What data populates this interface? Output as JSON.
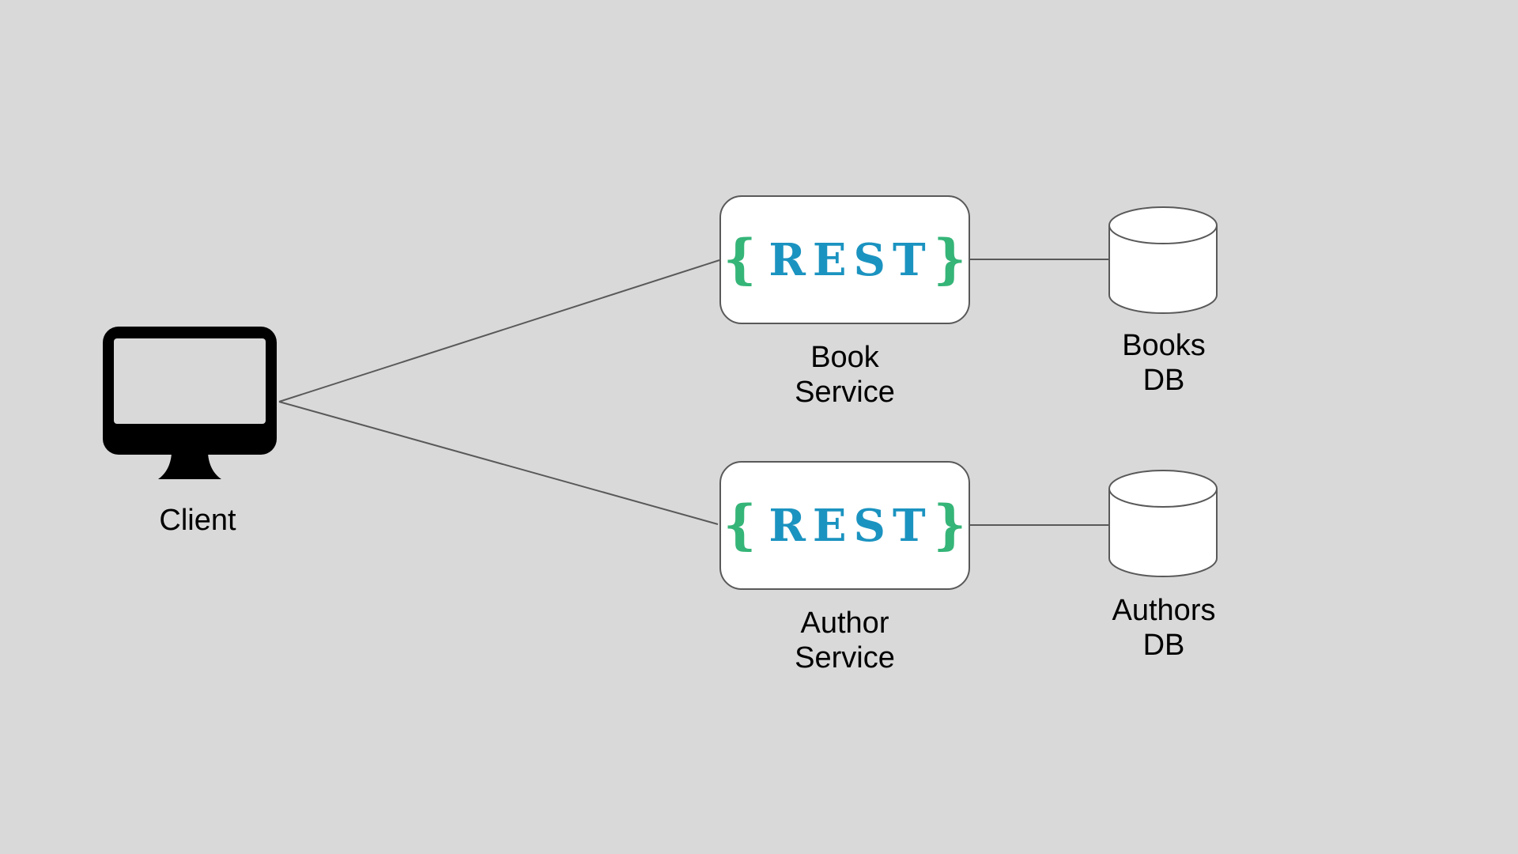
{
  "colors": {
    "background": "#d9d9d9",
    "connector_stroke": "#595959",
    "node_border": "#595959",
    "node_fill": "#ffffff",
    "label_text": "#000000",
    "rest_brace_green": "#35b578",
    "rest_text_blue": "#1b93c0",
    "client_icon": "#000000"
  },
  "nodes": {
    "client": {
      "label": "Client",
      "icon": "monitor-icon"
    },
    "book_service": {
      "logo": {
        "open_brace": "{",
        "text": "REST",
        "close_brace": "}"
      },
      "label_line1": "Book",
      "label_line2": "Service"
    },
    "author_service": {
      "logo": {
        "open_brace": "{",
        "text": "REST",
        "close_brace": "}"
      },
      "label_line1": "Author",
      "label_line2": "Service"
    },
    "books_db": {
      "label_line1": "Books",
      "label_line2": "DB",
      "icon": "database-cylinder-icon"
    },
    "authors_db": {
      "label_line1": "Authors",
      "label_line2": "DB",
      "icon": "database-cylinder-icon"
    }
  },
  "edges": [
    {
      "from": "client",
      "to": "book_service"
    },
    {
      "from": "client",
      "to": "author_service"
    },
    {
      "from": "book_service",
      "to": "books_db"
    },
    {
      "from": "author_service",
      "to": "authors_db"
    }
  ]
}
